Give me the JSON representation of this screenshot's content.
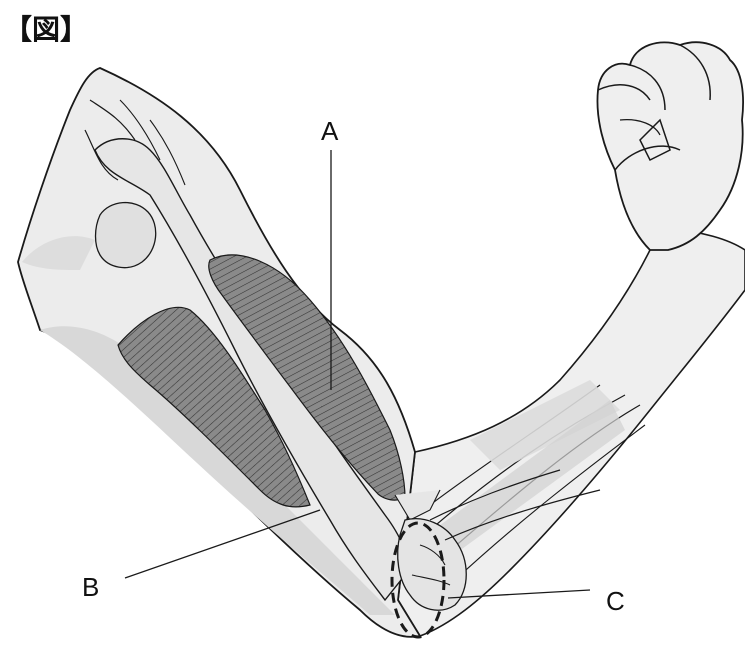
{
  "figure": {
    "heading": "【図】",
    "labels": {
      "a": "A",
      "b": "B",
      "c": "C"
    },
    "colors": {
      "skin": "#efefef",
      "bone": "#e9e9e9",
      "muscle": "#7d7d7d",
      "shadow": "#cfcfcf",
      "outline": "#1a1a1a"
    }
  }
}
